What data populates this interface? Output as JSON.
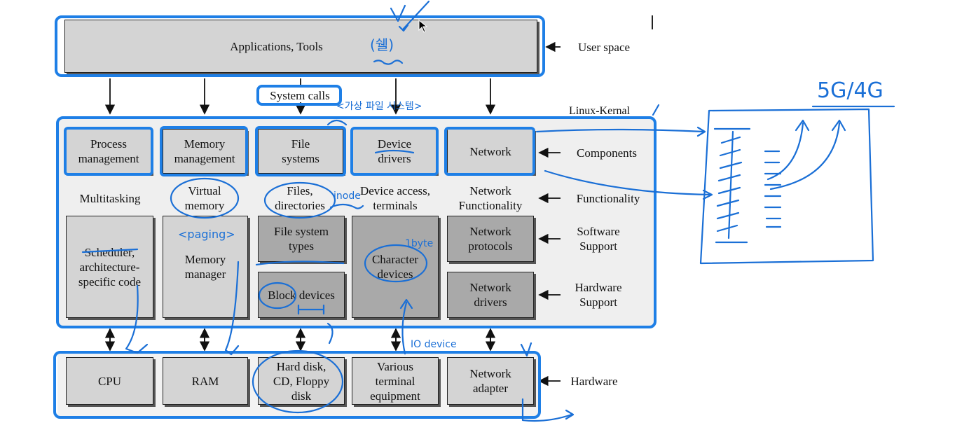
{
  "user_space": {
    "app_label": "Applications, Tools",
    "side_label": "User space"
  },
  "syscalls": {
    "label": "System calls"
  },
  "kernel_label": "Linux-Kernal",
  "rows": {
    "components": "Components",
    "functionality": "Functionality",
    "software": "Software Support",
    "hardware_support": "Hardware Support",
    "hardware": "Hardware"
  },
  "columns": [
    {
      "component": "Process management",
      "function": "Multitasking",
      "support": "Scheduler, architecture-specific code",
      "hardware": "CPU"
    },
    {
      "component": "Memory management",
      "function": "Virtual memory",
      "support": "Memory manager",
      "hardware": "RAM"
    },
    {
      "component": "File systems",
      "function": "Files, directories",
      "support": "File system types",
      "hw_support": "Block devices",
      "hardware": "Hard disk, CD, Floppy disk"
    },
    {
      "component": "Device drivers",
      "function": "Device access, terminals",
      "support": "Character devices",
      "hardware": "Various terminal equipment"
    },
    {
      "component": "Network",
      "function": "Network Functionality",
      "support": "Network protocols",
      "hw_support": "Network drivers",
      "hardware": "Network adapter"
    }
  ],
  "annotations": {
    "shell": "(쉘)",
    "vfs": "<가상 파일 시스템>",
    "inode": "inode",
    "paging": "<paging>",
    "one_byte": "1byte",
    "io_device": "IO device",
    "network_gen": "5G/4G"
  },
  "colors": {
    "ink": "#1a6fd6",
    "highlight": "#1e7fe6",
    "box": "#d4d4d4",
    "box_dark": "#a9a9a9",
    "panel": "#efefef"
  }
}
